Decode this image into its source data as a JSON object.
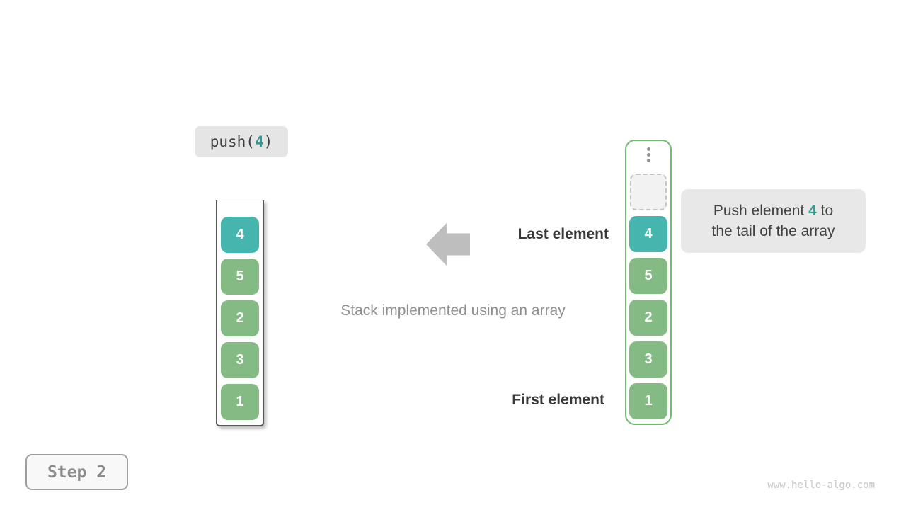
{
  "operation": {
    "prefix": "push(",
    "value": "4",
    "suffix": ")"
  },
  "stack_box": {
    "cells": [
      "4",
      "5",
      "2",
      "3",
      "1"
    ],
    "highlight_index": 0
  },
  "array_box": {
    "cells": [
      "4",
      "5",
      "2",
      "3",
      "1"
    ],
    "highlight_index": 0,
    "has_empty_slot": true,
    "ellipsis_icon": "vertical-ellipsis"
  },
  "annotations": {
    "last_element": "Last element",
    "first_element": "First element",
    "caption": "Stack implemented using an array",
    "arrow_icon": "left-arrow"
  },
  "callout": {
    "line1_before": "Push element ",
    "value": "4",
    "line1_after": " to",
    "line2": "the tail of the array"
  },
  "footer": {
    "step_label": "Step 2",
    "watermark": "www.hello-algo.com"
  },
  "colors": {
    "teal_cell": "#46b5ad",
    "teal_accent_text": "#2f9c93",
    "green_cell": "#84bb84",
    "green_border": "#70bc70",
    "label_background": "#e5e5e5",
    "callout_background": "#e8e8e8",
    "arrow_gray": "#bebebe",
    "dark_text": "#383838",
    "caption_gray": "#8f8f8f",
    "watermark_gray": "#c7c7c7"
  }
}
